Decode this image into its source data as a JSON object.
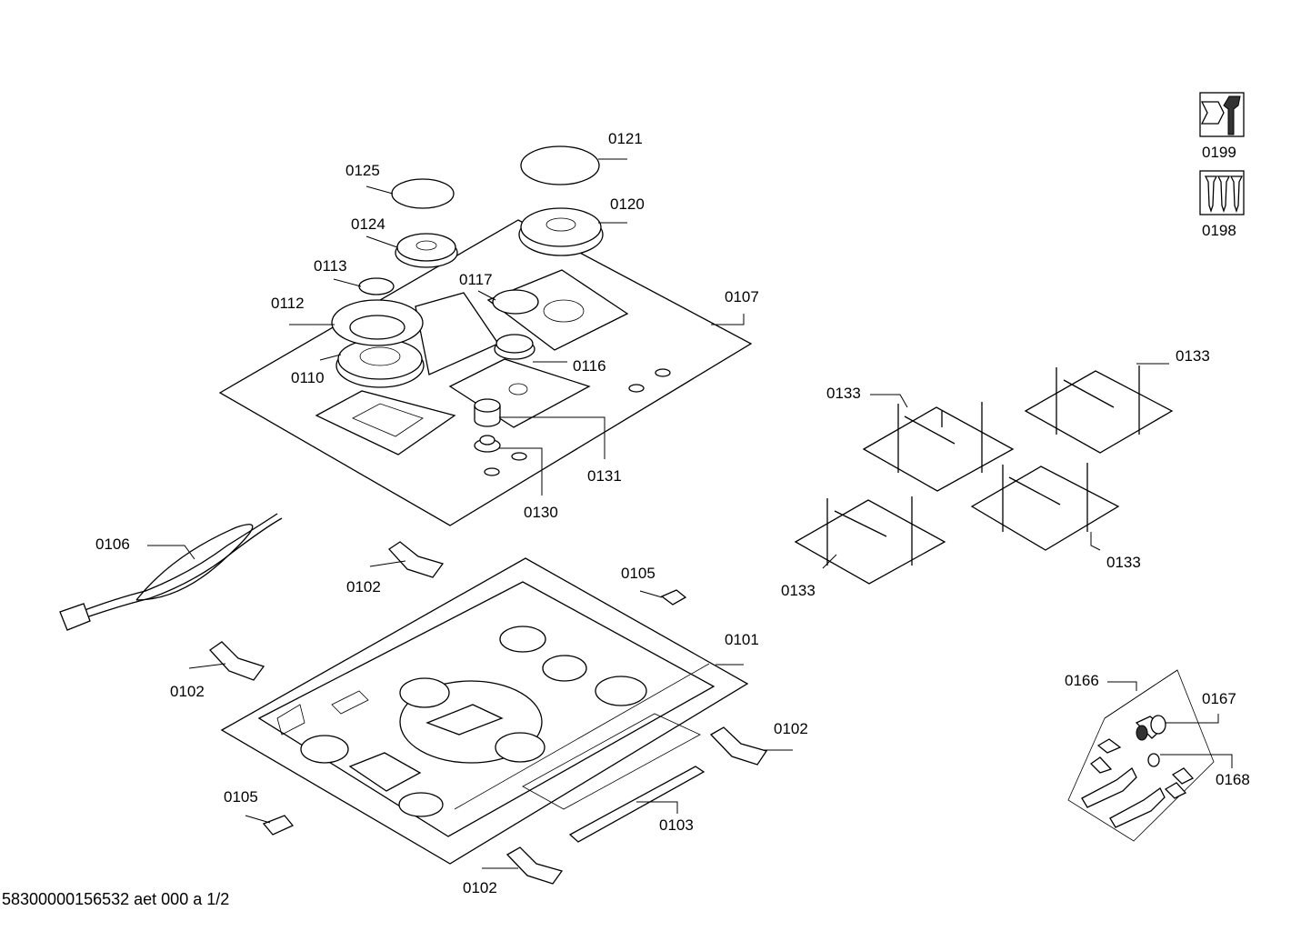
{
  "footer": {
    "document_id": "58300000156532 aet 000 a 1/2"
  },
  "labels": {
    "p0101": "0101",
    "p0102": "0102",
    "p0103": "0103",
    "p0105": "0105",
    "p0106": "0106",
    "p0107": "0107",
    "p0110": "0110",
    "p0112": "0112",
    "p0113": "0113",
    "p0116": "0116",
    "p0117": "0117",
    "p0120": "0120",
    "p0121": "0121",
    "p0124": "0124",
    "p0125": "0125",
    "p0130": "0130",
    "p0131": "0131",
    "p0133": "0133",
    "p0166": "0166",
    "p0167": "0167",
    "p0168": "0168",
    "p0198": "0198",
    "p0199": "0199"
  },
  "icons": {
    "service_kit": "wrench-nut-icon",
    "screw_kit": "screws-icon"
  }
}
